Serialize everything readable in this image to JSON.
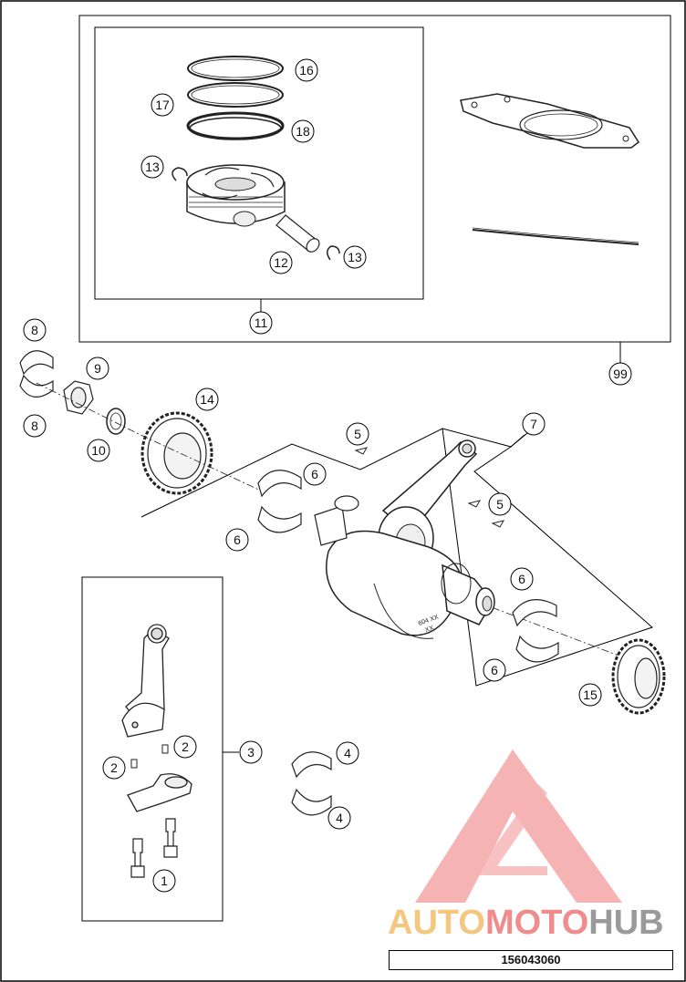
{
  "diagram": {
    "callouts": {
      "c1": "1",
      "c2a": "2",
      "c2b": "2",
      "c3": "3",
      "c4a": "4",
      "c4b": "4",
      "c5a": "5",
      "c5b": "5",
      "c6a": "6",
      "c6b": "6",
      "c6c": "6",
      "c6d": "6",
      "c7": "7",
      "c8a": "8",
      "c8b": "8",
      "c9": "9",
      "c10": "10",
      "c11": "11",
      "c12": "12",
      "c13a": "13",
      "c13b": "13",
      "c14": "14",
      "c15": "15",
      "c16": "16",
      "c17": "17",
      "c18": "18",
      "c99": "99"
    },
    "crank_stamp_line1": "604 XX",
    "crank_stamp_line2": "XX"
  },
  "watermark": {
    "brand_part1": "AUTO",
    "brand_part2": "MOTO",
    "brand_part3": "HUB",
    "colors": {
      "auto": "#f5c77e",
      "moto": "#f08c8c",
      "hub": "#9a9a9a",
      "triangle": "#f29a9a"
    }
  },
  "document_number": "156043060"
}
